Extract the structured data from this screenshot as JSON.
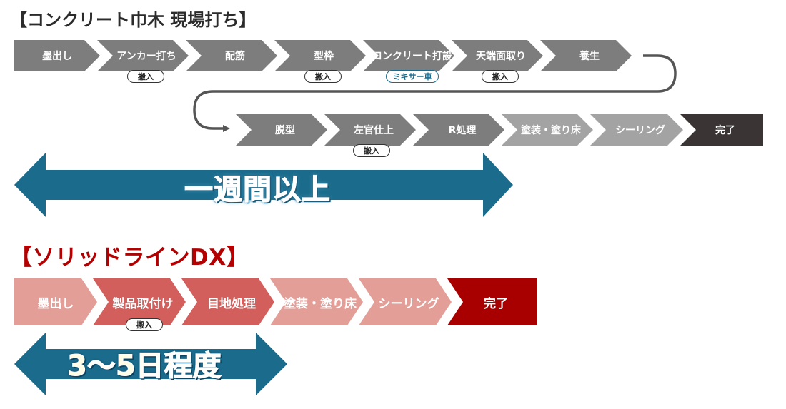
{
  "section1": {
    "title": "【コンクリート巾木 現場打ち】",
    "row1": [
      {
        "label": "墨出し",
        "badge": ""
      },
      {
        "label": "アンカー打ち",
        "badge": "搬入"
      },
      {
        "label": "配筋",
        "badge": ""
      },
      {
        "label": "型枠",
        "badge": "搬入"
      },
      {
        "label": "コンクリート打設",
        "badge": "ミキサー車"
      },
      {
        "label": "天端面取り",
        "badge": "搬入"
      },
      {
        "label": "養生",
        "badge": ""
      }
    ],
    "row2": [
      {
        "label": "脱型",
        "badge": ""
      },
      {
        "label": "左官仕上",
        "badge": "搬入"
      },
      {
        "label": "R処理",
        "badge": ""
      },
      {
        "label": "塗装・塗り床",
        "badge": ""
      },
      {
        "label": "シーリング",
        "badge": ""
      },
      {
        "label": "完了",
        "badge": ""
      }
    ],
    "duration": "一週間以上"
  },
  "section2": {
    "title": "【ソリッドラインDX】",
    "row": [
      {
        "label": "墨出し",
        "badge": ""
      },
      {
        "label": "製品取付け",
        "badge": "搬入"
      },
      {
        "label": "目地処理",
        "badge": ""
      },
      {
        "label": "塗装・塗り床",
        "badge": ""
      },
      {
        "label": "シーリング",
        "badge": ""
      },
      {
        "label": "完了",
        "badge": ""
      }
    ],
    "duration": "3～5日程度"
  },
  "colors": {
    "gray_step": "#7d7d7d",
    "light_gray_step": "#a3a3a3",
    "dark_step": "#3a3434",
    "pink_step": "#e39e98",
    "red_step": "#d35f5c",
    "done_red": "#a80000",
    "arrow_blue": "#1b6b8c",
    "title_red": "#b40000"
  }
}
